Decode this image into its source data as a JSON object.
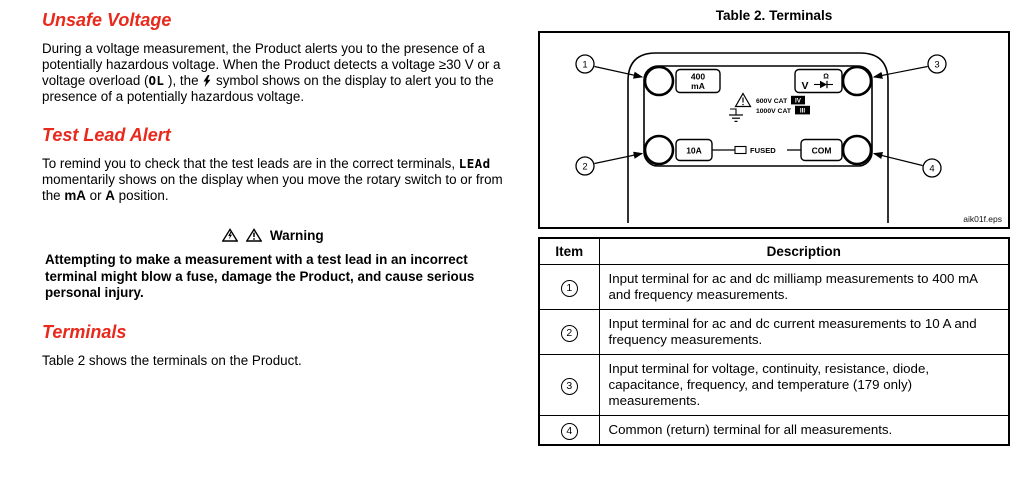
{
  "colors": {
    "heading_red": "#e8291c",
    "text": "#000000",
    "background": "#ffffff"
  },
  "icons": {
    "high_voltage_icon": "⚡",
    "warning_bolt_triangle_icon": "⚠",
    "warning_exclamation_triangle_icon": "⚠",
    "earth_ground_icon": "⏚",
    "diode_icon": "▸|"
  },
  "left": {
    "s1_heading": "Unsafe Voltage",
    "p1_a": "During a voltage measurement, the Product alerts you to the presence of a potentially hazardous voltage. When the Product detects a voltage ≥30 V or a voltage overload (",
    "p1_ol": "OL",
    "p1_b": " ), the ",
    "p1_c": " symbol shows on the display to alert you to the presence of a potentially hazardous voltage.",
    "s2_heading": "Test Lead Alert",
    "p2_a": "To remind you to check that the test leads are in the correct terminals, ",
    "p2_lead": "LEAd",
    "p2_b": " momentarily shows on the display when you move the rotary switch to or from the ",
    "p2_ma": "mA",
    "p2_c": " or ",
    "p2_amp": "A",
    "p2_d": " position.",
    "warning_label": "Warning",
    "warning_body": "Attempting to make a measurement with a test lead in an incorrect terminal might blow a fuse, damage the Product, and cause serious personal injury.",
    "s3_heading": "Terminals",
    "p3": "Table 2 shows the terminals on the Product."
  },
  "right": {
    "table_title": "Table 2. Terminals",
    "figure": {
      "caption": "aik01f.eps",
      "labels": {
        "jack1_line1": "400",
        "jack1_line2": "mA",
        "jack2": "10A",
        "jack3_v": "V",
        "jack3_ohm": "Ω",
        "jack4": "COM",
        "fused": "FUSED",
        "cat1_text": "600V CAT",
        "cat1_num": "IV",
        "cat2_text": "1000V CAT",
        "cat2_num": "III",
        "callout1": "1",
        "callout2": "2",
        "callout3": "3",
        "callout4": "4"
      }
    },
    "table": {
      "headers": [
        "Item",
        "Description"
      ],
      "rows": [
        {
          "item": "1",
          "description": "Input terminal for ac and dc milliamp measurements to 400 mA and frequency measurements."
        },
        {
          "item": "2",
          "description": "Input terminal for ac and dc current measurements to 10 A and frequency measurements."
        },
        {
          "item": "3",
          "description": "Input terminal for voltage, continuity, resistance, diode, capacitance, frequency, and temperature (179 only) measurements."
        },
        {
          "item": "4",
          "description": "Common (return) terminal for all measurements."
        }
      ]
    }
  }
}
